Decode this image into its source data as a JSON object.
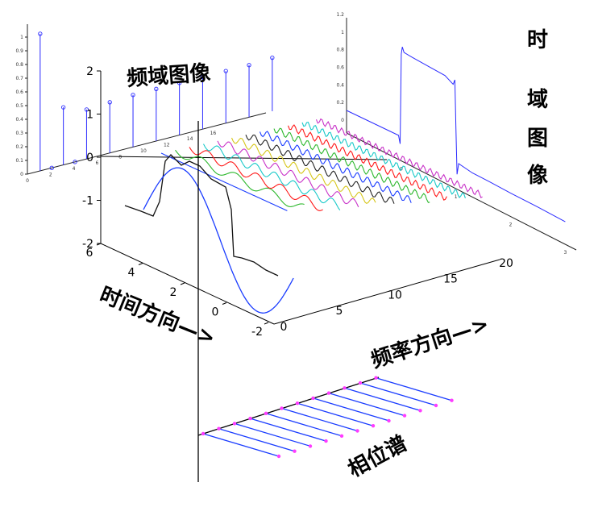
{
  "chart_data": [
    {
      "type": "stem",
      "xticks": [
        "0",
        "2",
        "4",
        "6",
        "8",
        "10",
        "12",
        "14",
        "16"
      ],
      "yticks": [
        "0",
        "0.1",
        "0.2",
        "0.3",
        "0.4",
        "0.5",
        "0.6",
        "0.7",
        "0.8",
        "0.9",
        "1"
      ],
      "stems": [
        {
          "k": 1,
          "v": 1.0
        },
        {
          "k": 2,
          "v": 0.0
        },
        {
          "k": 3,
          "v": 0.42
        },
        {
          "k": 4,
          "v": 0.0
        },
        {
          "k": 5,
          "v": 0.36
        },
        {
          "k": 7,
          "v": 0.37
        },
        {
          "k": 9,
          "v": 0.38
        },
        {
          "k": 11,
          "v": 0.38
        },
        {
          "k": 13,
          "v": 0.38
        },
        {
          "k": 15,
          "v": 0.38
        },
        {
          "k": 17,
          "v": 0.38
        },
        {
          "k": 19,
          "v": 0.38
        },
        {
          "k": 21,
          "v": 0.39
        }
      ]
    },
    {
      "type": "line",
      "xticks": [
        "0",
        "1",
        "2",
        "3"
      ],
      "yticks": [
        "0",
        "0.2",
        "0.4",
        "0.6",
        "0.8",
        "1",
        "1.2"
      ],
      "series": [
        {
          "x": [
            -1.0,
            -0.05,
            -0.02,
            0.0,
            0.02,
            0.05,
            0.2,
            0.5,
            0.8,
            0.95,
            0.98,
            1.0,
            1.02,
            1.05,
            1.3,
            1.6,
            2.0,
            2.5,
            3.0
          ],
          "y": [
            0.0,
            0.02,
            -0.08,
            1.1,
            1.2,
            1.14,
            1.13,
            1.12,
            1.11,
            1.05,
            1.12,
            0.5,
            -0.1,
            0.05,
            0.02,
            0.02,
            0.01,
            0.01,
            0.0
          ]
        }
      ]
    },
    {
      "type": "3d-waterfall",
      "zticks": [
        "2",
        "1",
        "0",
        "-1",
        "-2"
      ],
      "time_ticks": [
        "6",
        "4",
        "2",
        "0",
        "-2"
      ],
      "freq_ticks": [
        "0",
        "5",
        "10",
        "15",
        "20"
      ],
      "series_colors": [
        "#1a3cff",
        "#2db82d",
        "#ff1a1a",
        "#18c9c9",
        "#c832c8",
        "#d6c61a",
        "#222222",
        "#1a3cff",
        "#2db82d",
        "#ff1a1a",
        "#18c9c9",
        "#c832c8"
      ]
    },
    {
      "type": "phase-spectrum",
      "n_stems": 12,
      "stem_color": "#1a3cff",
      "marker_color": "#ff3cff"
    }
  ],
  "labels": {
    "freq_image": "频域图像",
    "time_image_chars": [
      "时",
      "域",
      "图",
      "像"
    ],
    "time_dir": "时间方向—>",
    "freq_dir": "频率方向—>",
    "phase": "相位谱"
  }
}
